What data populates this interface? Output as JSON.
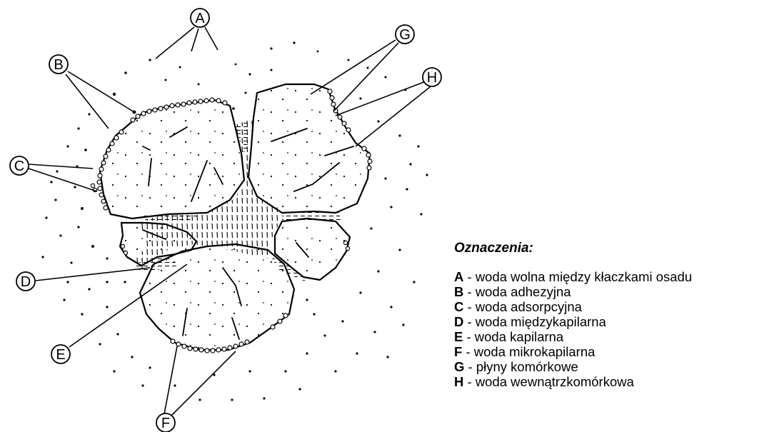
{
  "legend": {
    "title": "Oznaczenia:",
    "items": [
      {
        "letter": "A",
        "text": " - woda wolna między kłaczkami osadu"
      },
      {
        "letter": "B",
        "text": " - woda adhezyjna"
      },
      {
        "letter": "C",
        "text": " - woda adsorpcyjna"
      },
      {
        "letter": "D",
        "text": " - woda międzykapilarna"
      },
      {
        "letter": "E",
        "text": " - woda kapilarna"
      },
      {
        "letter": "F",
        "text": " - woda mikrokapilarna"
      },
      {
        "letter": "G",
        "text": " - płyny komórkowe"
      },
      {
        "letter": "H",
        "text": " - woda wewnątrzkomórkowa"
      }
    ]
  },
  "labels": {
    "a": "A",
    "b": "B",
    "c": "C",
    "d": "D",
    "e": "E",
    "f": "F",
    "g": "G",
    "h": "H"
  }
}
